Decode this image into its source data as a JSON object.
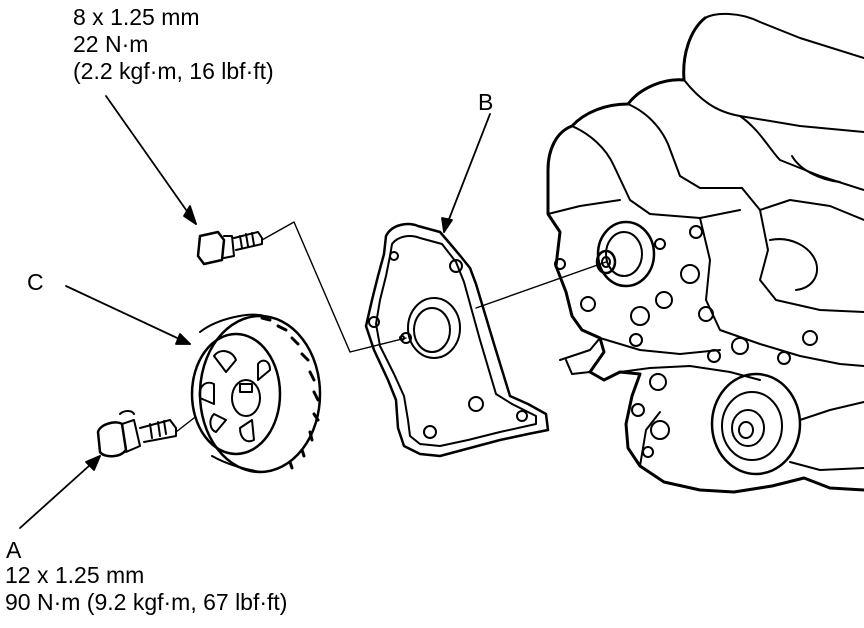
{
  "bolt_8mm_spec": {
    "size": "8 x 1.25 mm",
    "torque_nm": "22 N·m",
    "torque_alt": "(2.2 kgf·m, 16 lbf·ft)"
  },
  "bolt_a_spec": {
    "size": "12 x 1.25 mm",
    "torque": "90 N·m (9.2 kgf·m, 67 lbf·ft)"
  },
  "callouts": {
    "a": "A",
    "b": "B",
    "c": "C"
  },
  "colors": {
    "line": "#000000",
    "background": "#ffffff"
  }
}
